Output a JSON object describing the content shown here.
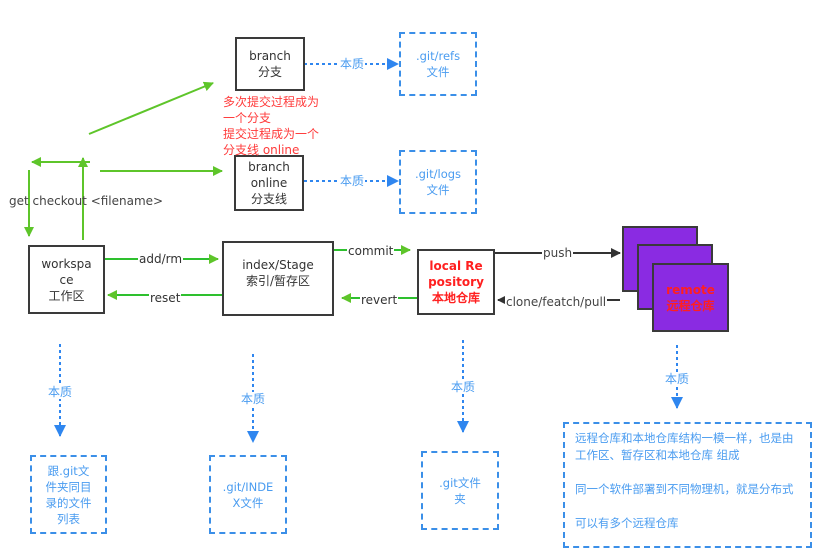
{
  "nodes": {
    "workspace": {
      "line1": "workspa",
      "line2": "ce",
      "line3": "工作区"
    },
    "index": {
      "line1": "index/Stage",
      "line2": "索引/暂存区"
    },
    "local_repo": {
      "line1": "local Re",
      "line2": "pository",
      "line3": "本地仓库"
    },
    "remote_repo": {
      "line1": "remote",
      "line2": "远程仓库"
    },
    "branch": {
      "line1": "branch",
      "line2": "分支"
    },
    "branch_online": {
      "line1": "branch",
      "line2": "online",
      "line3": "分支线"
    }
  },
  "essence_boxes": {
    "refs": {
      "line1": ".git/refs",
      "line2": "文件"
    },
    "logs": {
      "line1": ".git/logs",
      "line2": "文件"
    },
    "workspace": {
      "line1": "跟.git文",
      "line2": "件夹同目",
      "line3": "录的文件",
      "line4": "列表"
    },
    "index": {
      "line1": ".git/INDE",
      "line2": "X文件"
    },
    "local": {
      "line1": ".git文件",
      "line2": "夹"
    },
    "remote": {
      "para1": "远程仓库和本地仓库结构一模一样，也是由 工作区、暂存区和本地仓库 组成",
      "para2": "同一个软件部署到不同物理机，就是分布式",
      "para3": "可以有多个远程仓库"
    }
  },
  "edges": {
    "add_rm": "add/rm",
    "reset": "reset",
    "commit": "commit",
    "revert": "revert",
    "push": "push",
    "clone_fetch_pull": "clone/featch/pull",
    "checkout": "get checkout <filename>",
    "essence": "本质"
  },
  "notes": {
    "branch_note": [
      "多次提交过程成为",
      "一个分支",
      "提交过程成为一个",
      "分支线 online"
    ]
  },
  "colors": {
    "green_arrow": "#5ec52a",
    "blue_dashed": "#3b8fe8",
    "dark_arrow": "#333333",
    "red_text": "#ff1f1f",
    "remote_fill": "#8a2be2"
  }
}
